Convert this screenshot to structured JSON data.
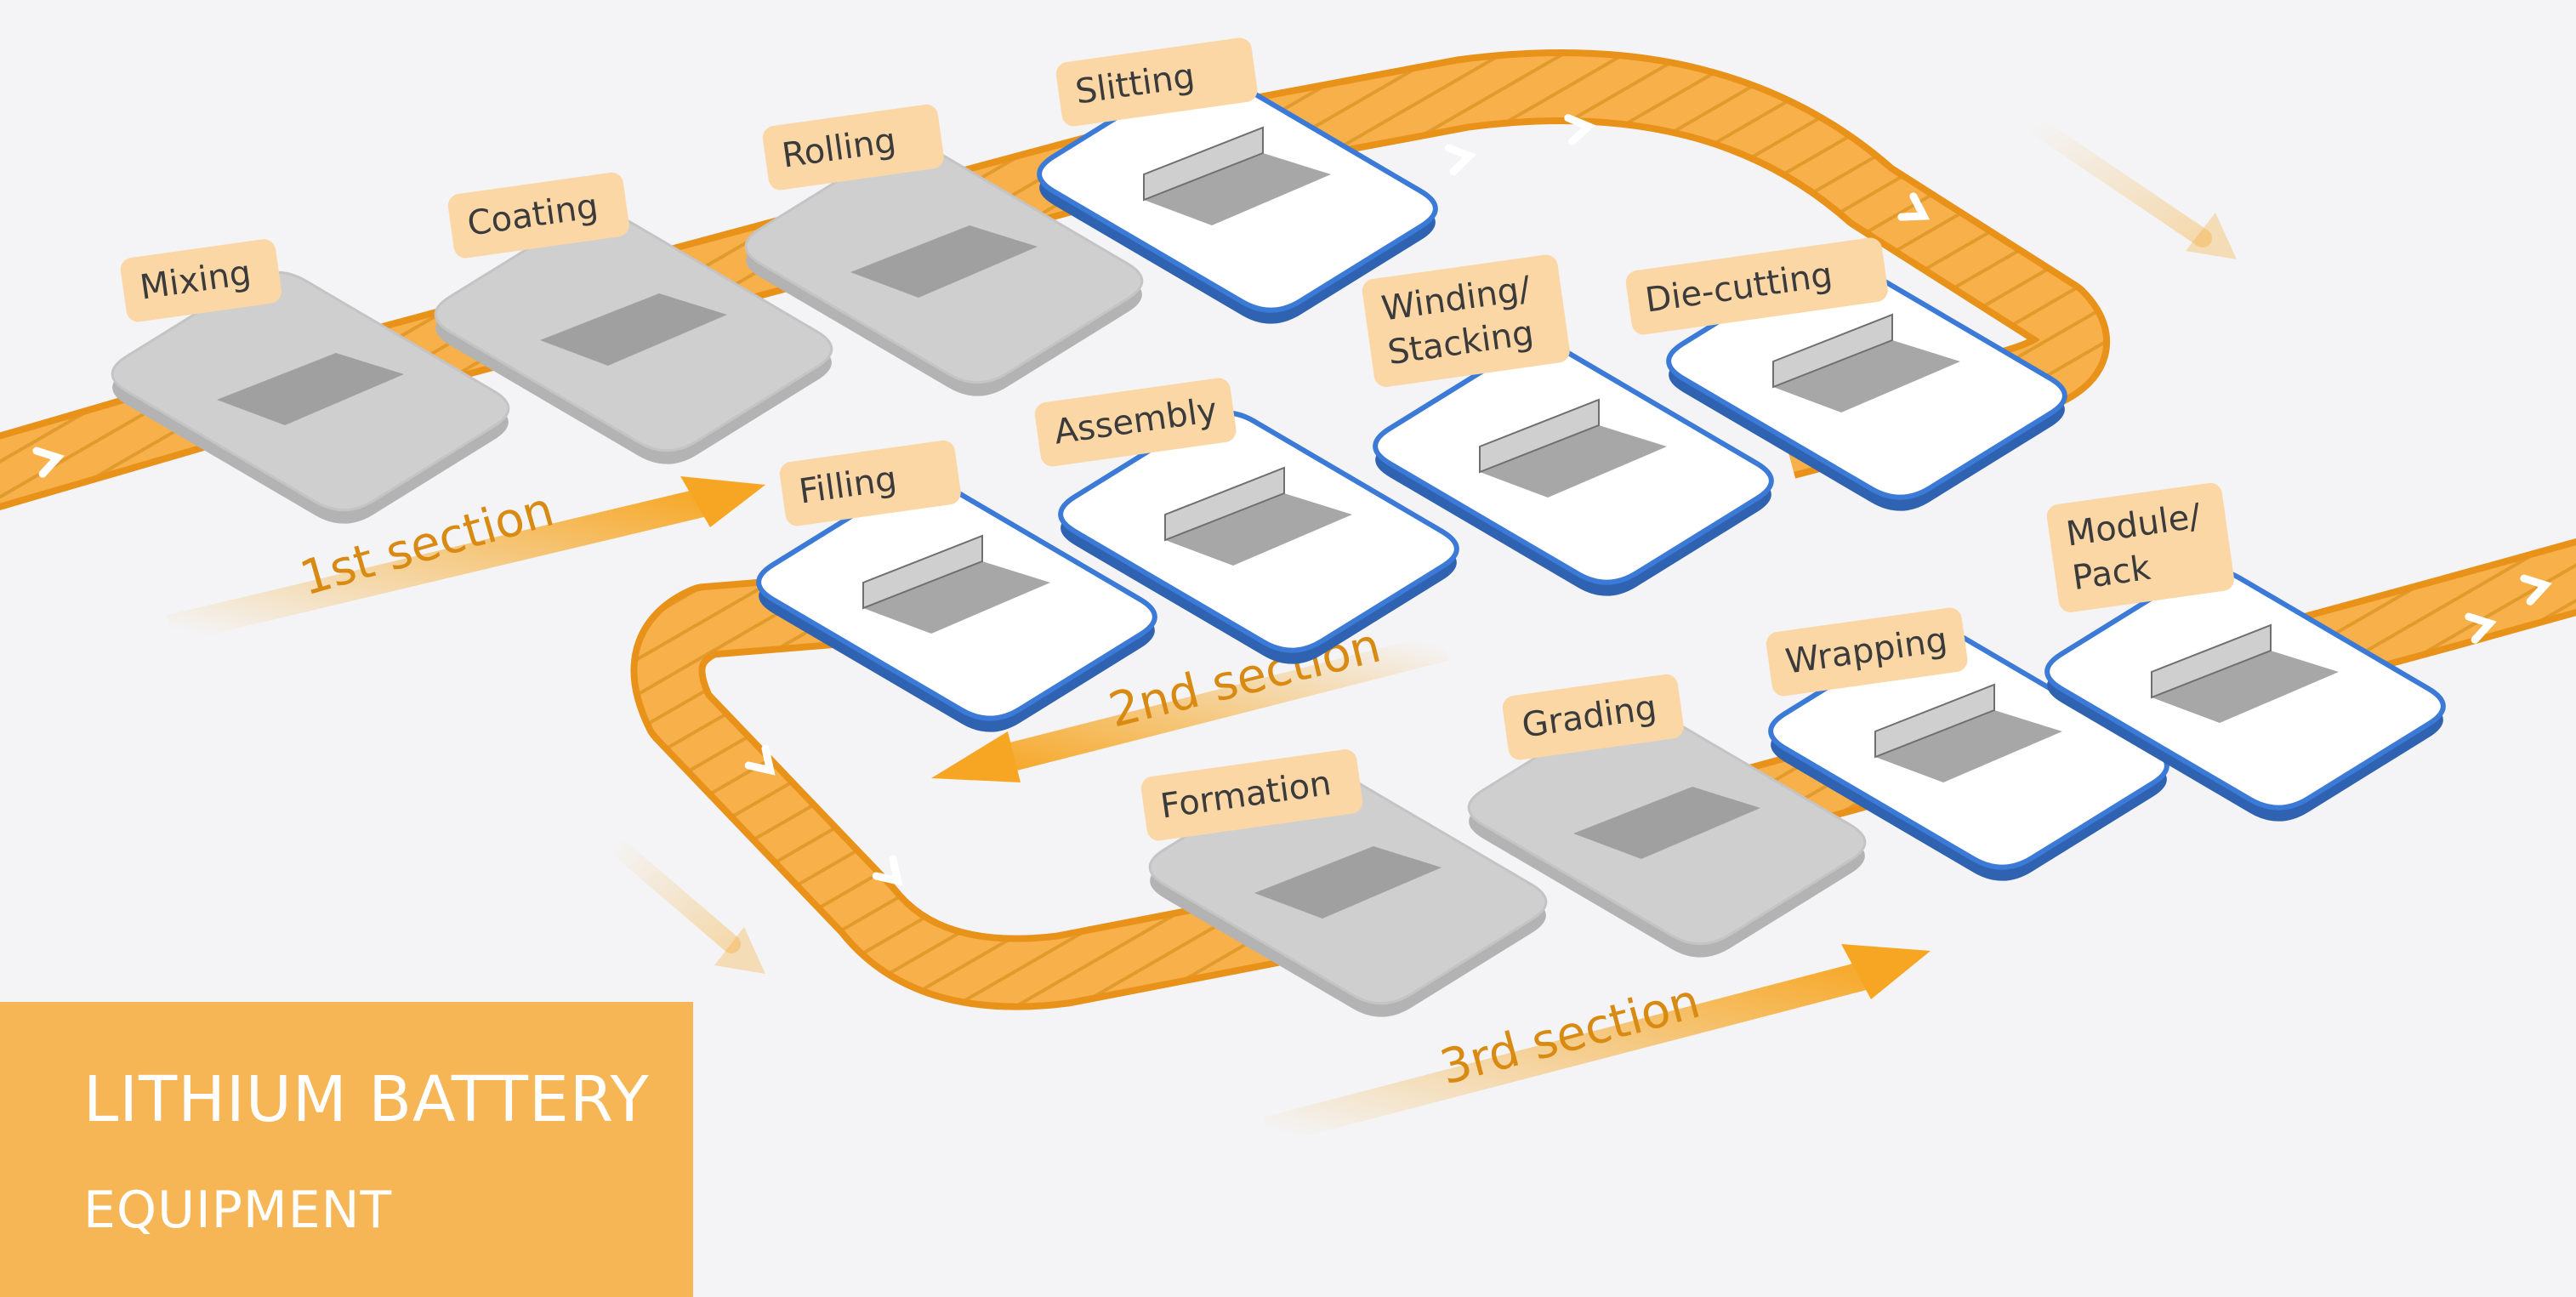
{
  "title": {
    "line1": "LITHIUM BATTERY",
    "line2": "EQUIPMENT"
  },
  "sections": [
    {
      "label": "1st section"
    },
    {
      "label": "2nd section"
    },
    {
      "label": "3rd section"
    }
  ],
  "stages": [
    {
      "lines": [
        "Mixing"
      ],
      "highlighted": false
    },
    {
      "lines": [
        "Coating"
      ],
      "highlighted": false
    },
    {
      "lines": [
        "Rolling"
      ],
      "highlighted": false
    },
    {
      "lines": [
        "Slitting"
      ],
      "highlighted": true
    },
    {
      "lines": [
        "Die-cutting"
      ],
      "highlighted": true
    },
    {
      "lines": [
        "Winding/",
        "Stacking"
      ],
      "highlighted": true
    },
    {
      "lines": [
        "Assembly"
      ],
      "highlighted": true
    },
    {
      "lines": [
        "Filling"
      ],
      "highlighted": true
    },
    {
      "lines": [
        "Formation"
      ],
      "highlighted": false
    },
    {
      "lines": [
        "Grading"
      ],
      "highlighted": false
    },
    {
      "lines": [
        "Wrapping"
      ],
      "highlighted": true
    },
    {
      "lines": [
        "Module/",
        "Pack"
      ],
      "highlighted": true
    }
  ],
  "colors": {
    "background": "#f4f4f6",
    "conveyor": "#f6a623",
    "conveyor_dark": "#e8921a",
    "label_bg": "#fbd7a6",
    "highlight_border": "#3b7ad6",
    "inactive_tile": "#cfcfcf",
    "title_box": "#f6b656",
    "section_text": "#d98a12"
  }
}
